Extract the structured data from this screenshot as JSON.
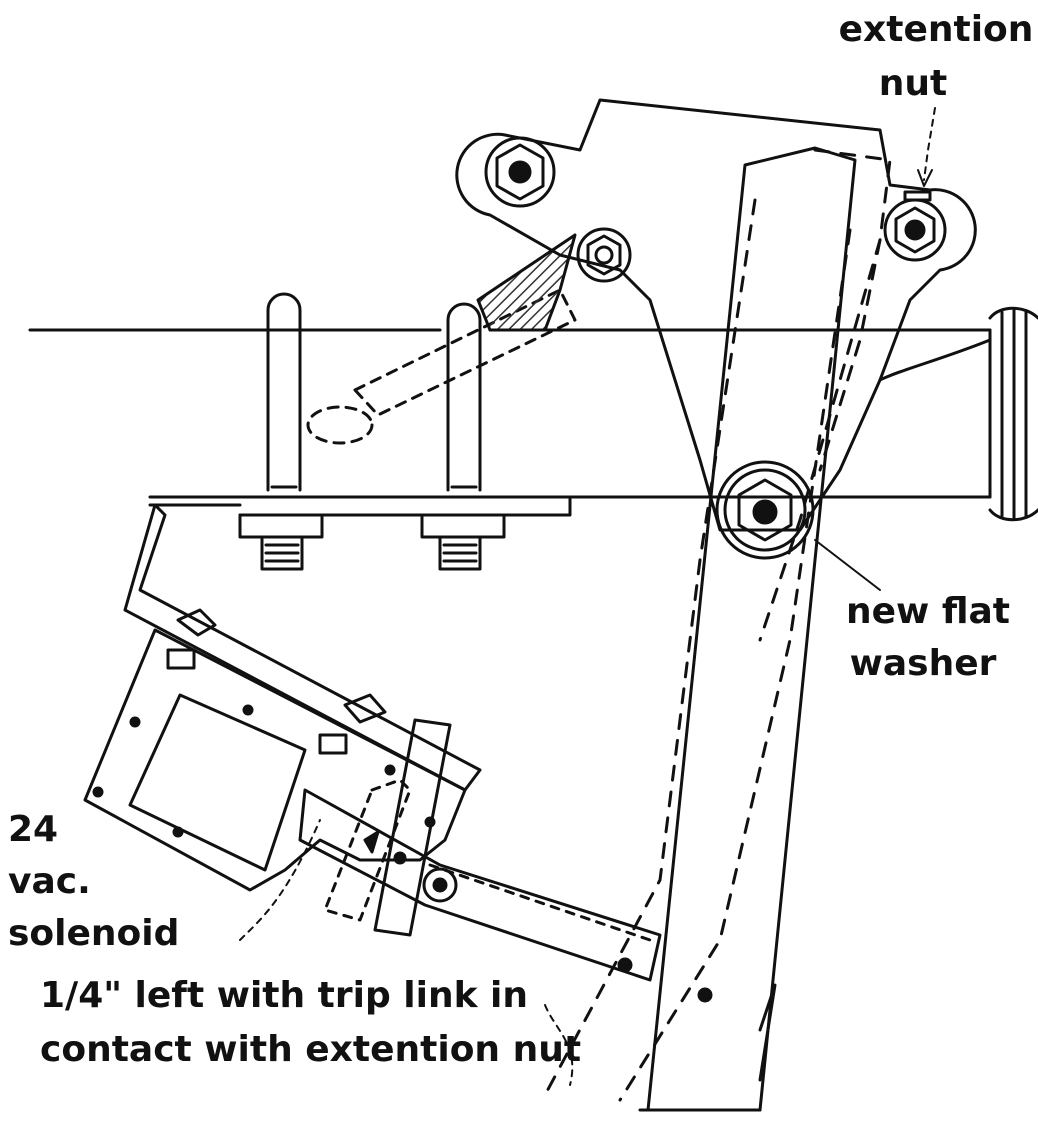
{
  "labels": {
    "extention_nut_line1": "extention",
    "extention_nut_line2": "nut",
    "new_flat_washer_line1": "new flat",
    "new_flat_washer_line2": "washer",
    "solenoid_line1": "24",
    "solenoid_line2": "vac.",
    "solenoid_line3": "solenoid",
    "trip_line1": "1/4\" left with trip link in",
    "trip_line2": "contact with extention nut"
  },
  "colors": {
    "ink": "#111111",
    "paper": "#ffffff",
    "hatch": "#333333"
  }
}
